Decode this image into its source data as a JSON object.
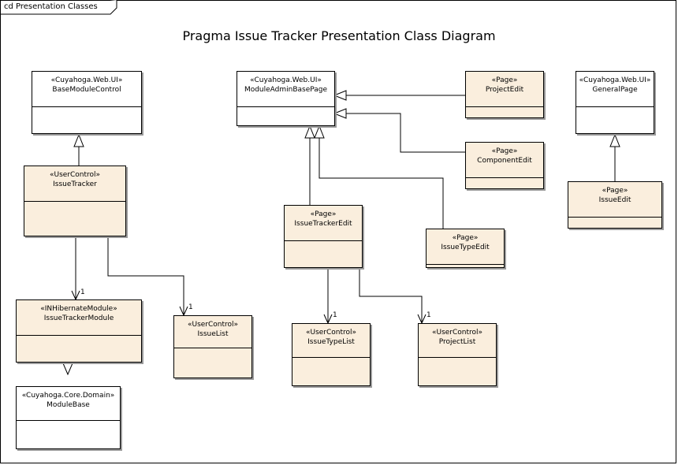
{
  "frame": {
    "label": "cd Presentation Classes"
  },
  "title": "Pragma Issue Tracker Presentation Class Diagram",
  "classes": {
    "base_module_control": {
      "stereotype": "«Cuyahoga.Web.UI»",
      "name": "BaseModuleControl",
      "fill": "#ffffff"
    },
    "module_admin_base_page": {
      "stereotype": "«Cuyahoga.Web.UI»",
      "name": "ModuleAdminBasePage",
      "fill": "#ffffff"
    },
    "project_edit": {
      "stereotype": "«Page»",
      "name": "ProjectEdit",
      "fill": "#faeedd"
    },
    "general_page": {
      "stereotype": "«Cuyahoga.Web.UI»",
      "name": "GeneralPage",
      "fill": "#ffffff"
    },
    "component_edit": {
      "stereotype": "«Page»",
      "name": "ComponentEdit",
      "fill": "#faeedd"
    },
    "issue_tracker": {
      "stereotype": "«UserControl»",
      "name": "IssueTracker",
      "fill": "#faeedd"
    },
    "issue_edit": {
      "stereotype": "«Page»",
      "name": "IssueEdit",
      "fill": "#faeedd"
    },
    "issue_tracker_edit": {
      "stereotype": "«Page»",
      "name": "IssueTrackerEdit",
      "fill": "#faeedd"
    },
    "issue_type_edit": {
      "stereotype": "«Page»",
      "name": "IssueTypeEdit",
      "fill": "#faeedd"
    },
    "issue_tracker_module": {
      "stereotype": "«INHibernateModule»",
      "name": "IssueTrackerModule",
      "fill": "#faeedd"
    },
    "issue_list": {
      "stereotype": "«UserControl»",
      "name": "IssueList",
      "fill": "#faeedd"
    },
    "issue_type_list": {
      "stereotype": "«UserControl»",
      "name": "IssueTypeList",
      "fill": "#faeedd"
    },
    "project_list": {
      "stereotype": "«UserControl»",
      "name": "ProjectList",
      "fill": "#faeedd"
    },
    "module_base": {
      "stereotype": "«Cuyahoga.Core.Domain»",
      "name": "ModuleBase",
      "fill": "#ffffff"
    }
  },
  "associations": {
    "tracker_to_module": "1",
    "tracker_to_issue_list": "1",
    "edit_to_issue_type_list": "1",
    "edit_to_project_list": "1"
  }
}
